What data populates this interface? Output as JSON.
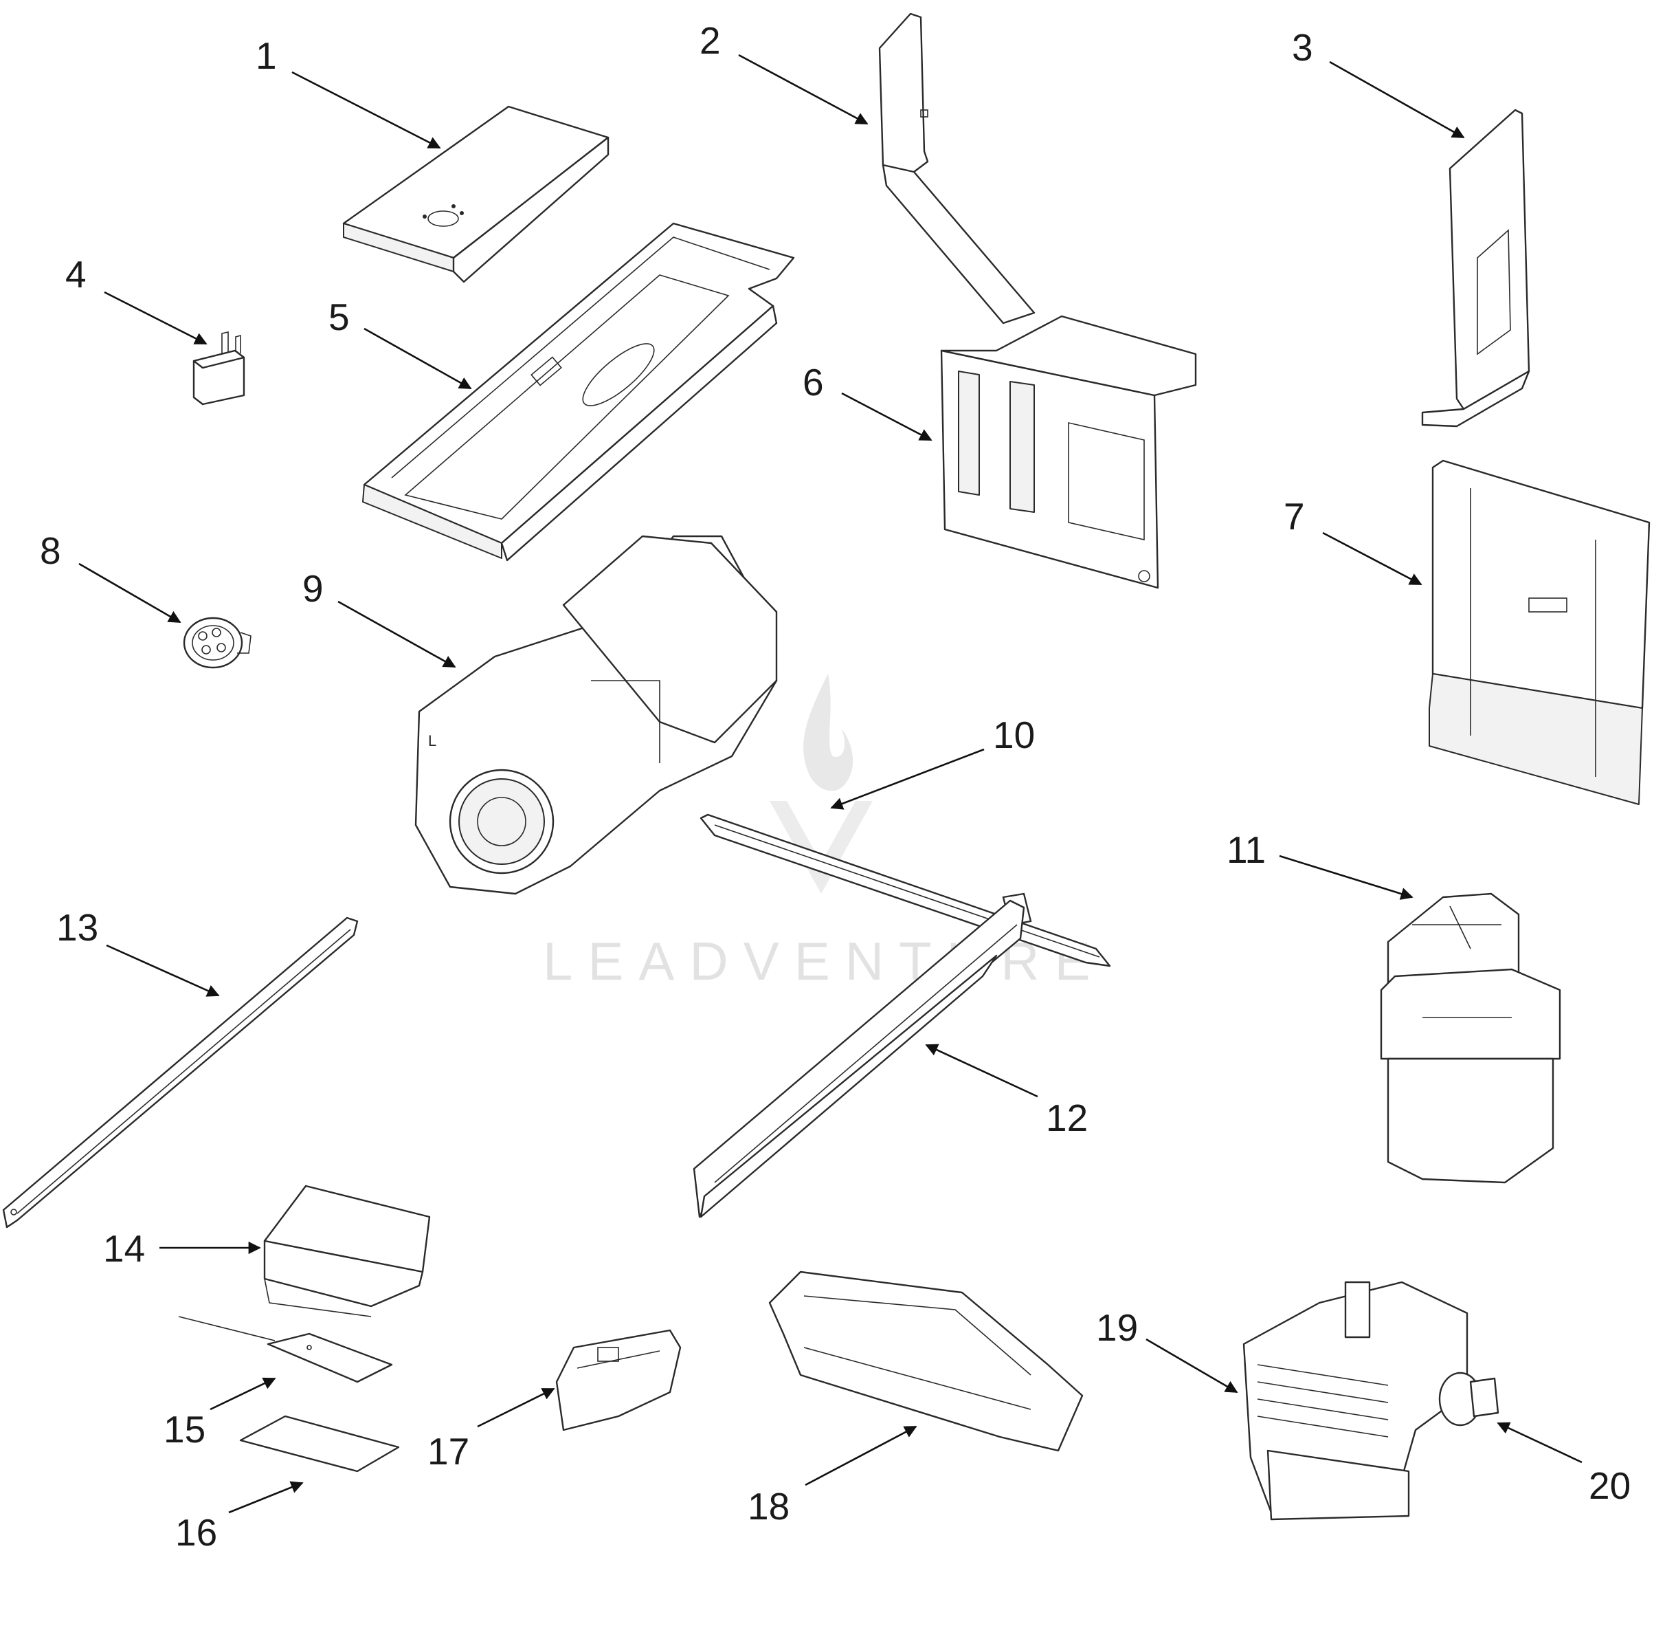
{
  "watermark": {
    "brand_text": "LEADVENTURE"
  },
  "callouts": [
    {
      "num": "1"
    },
    {
      "num": "2"
    },
    {
      "num": "3"
    },
    {
      "num": "4"
    },
    {
      "num": "5"
    },
    {
      "num": "6"
    },
    {
      "num": "7"
    },
    {
      "num": "8"
    },
    {
      "num": "9"
    },
    {
      "num": "10"
    },
    {
      "num": "11"
    },
    {
      "num": "12"
    },
    {
      "num": "13"
    },
    {
      "num": "14"
    },
    {
      "num": "15"
    },
    {
      "num": "16"
    },
    {
      "num": "17"
    },
    {
      "num": "18"
    },
    {
      "num": "19"
    },
    {
      "num": "20"
    }
  ],
  "colors": {
    "line": "#2a2a2a",
    "watermark": "#e2e2e2"
  }
}
